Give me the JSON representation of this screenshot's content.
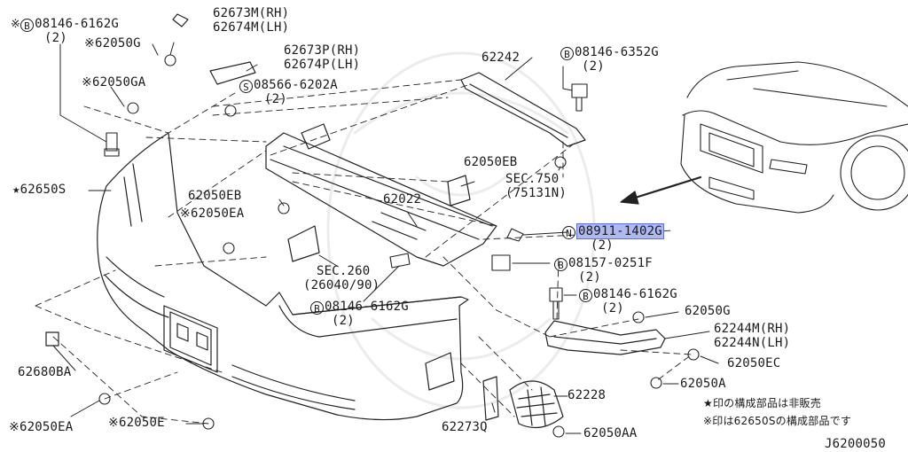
{
  "title_ref": "J6200050",
  "legend": {
    "star_note": "★印の構成部品は非販売",
    "kome_note": "※印は62650Sの構成部品です"
  },
  "labels": {
    "p62673m": "62673M(RH)",
    "p62674m": "62674M(LH)",
    "p08146_6162g_top": "08146-6162G",
    "qty_2": "(2)",
    "p62050g_top": "62050G",
    "p62673p": "62673P(RH)",
    "p62674p": "62674P(LH)",
    "p08566": "08566-6202A",
    "p62050ga": "62050GA",
    "p62242": "62242",
    "p08146_6352g": "08146-6352G",
    "p62650s": "62650S",
    "p62050eb_left": "62050EB",
    "p62050eb_right": "62050EB",
    "p62050ea_top": "62050EA",
    "p62022": "62022",
    "sec750": "SEC.750",
    "sec750_sub": "(75131N)",
    "p08911": "08911-1402G",
    "sec260": "SEC.260",
    "sec260_sub": "(26040/90)",
    "p08157": "08157-0251F",
    "p08146_6162g_mid": "08146-6162G",
    "p08146_6162g_right": "08146-6162G",
    "p62050g_right": "62050G",
    "p62244m": "62244M(RH)",
    "p62244n": "62244N(LH)",
    "p62050ec": "62050EC",
    "p62680ba": "62680BA",
    "p62050a": "62050A",
    "p62228": "62228",
    "p62050ea_bottom": "62050EA",
    "p62050e": "62050E",
    "p62273q": "62273Q",
    "p62050aa": "62050AA"
  },
  "symbols": {
    "kome": "※",
    "star": "★",
    "circle_b": "B",
    "circle_s": "S",
    "circle_n": "N"
  },
  "colors": {
    "ink": "#1a1a1a",
    "highlight": "#aeb9f2",
    "highlight_border": "#5b6fd8"
  }
}
